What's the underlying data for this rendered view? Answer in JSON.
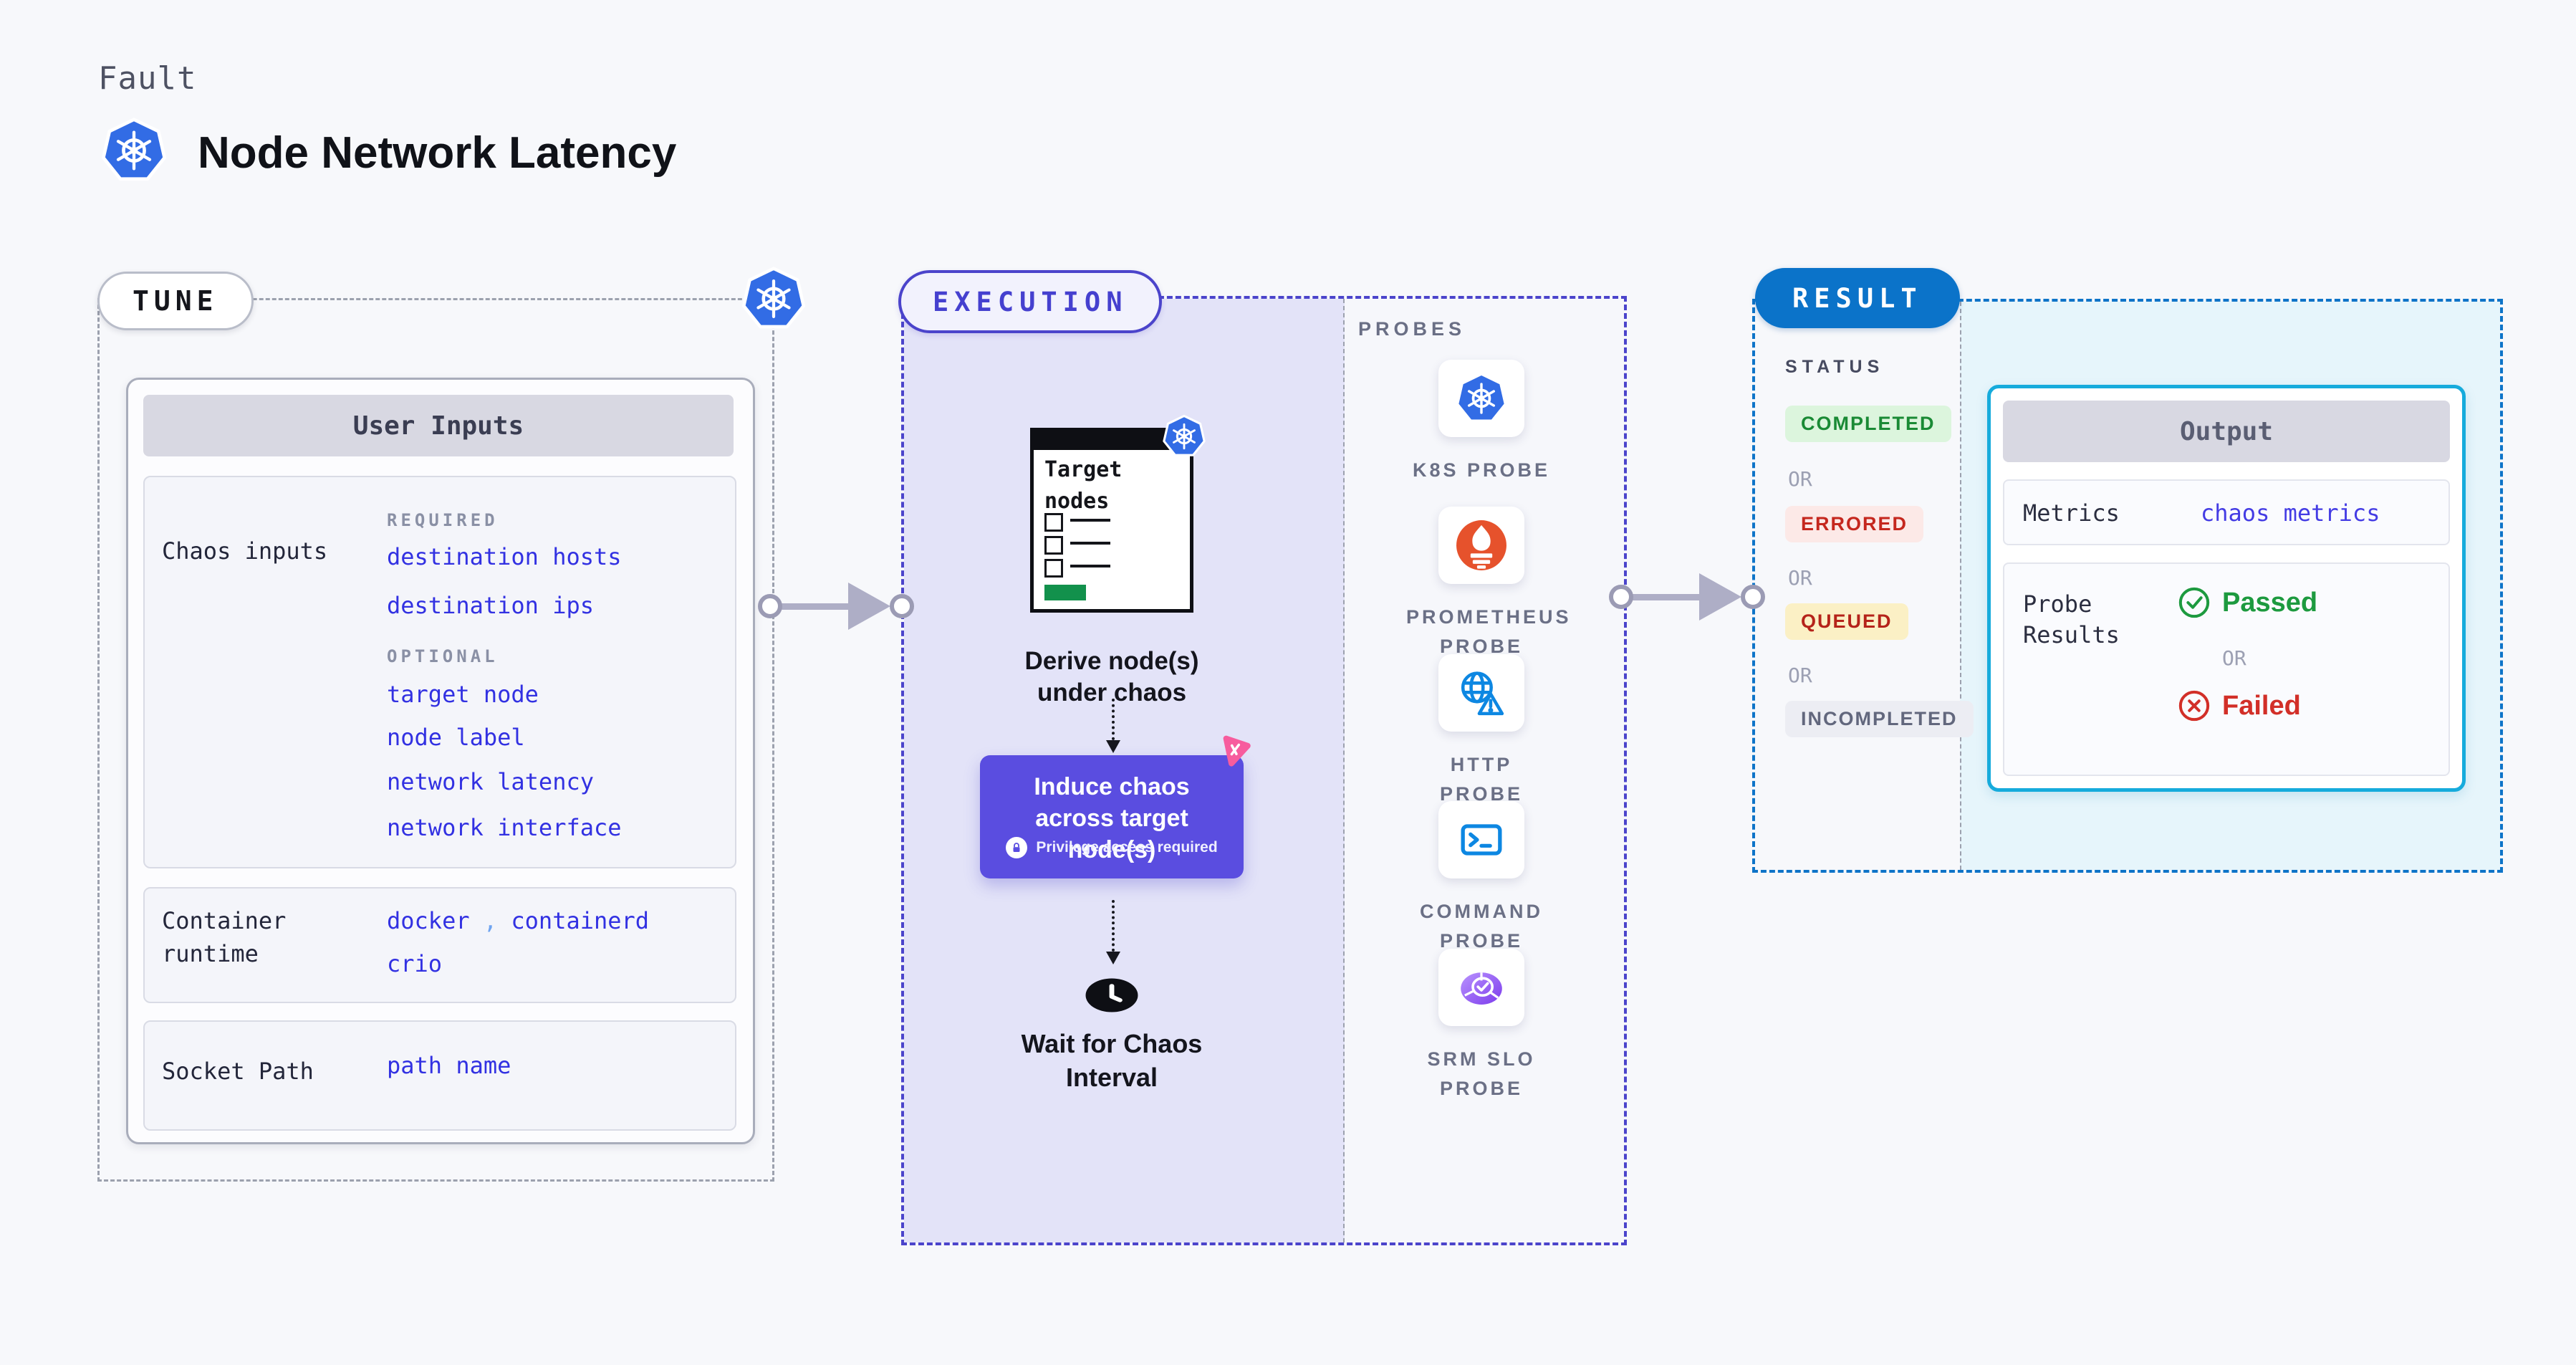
{
  "header": {
    "kicker": "Fault",
    "title": "Node Network Latency"
  },
  "tune": {
    "label": "TUNE",
    "user_inputs": {
      "title": "User Inputs",
      "chaos_inputs": {
        "label": "Chaos inputs",
        "required_heading": "REQUIRED",
        "required": [
          "destination hosts",
          "destination ips"
        ],
        "optional_heading": "OPTIONAL",
        "optional": [
          "target node",
          "node label",
          "network latency",
          "network interface"
        ]
      },
      "container_runtime": {
        "label": "Container runtime",
        "separator": ",",
        "values": [
          "docker",
          "containerd",
          "crio"
        ]
      },
      "socket_path": {
        "label": "Socket Path",
        "value": "path name"
      }
    }
  },
  "execution": {
    "label": "EXECUTION",
    "target_window": {
      "title": "Target nodes"
    },
    "steps": {
      "derive": "Derive node(s) under chaos",
      "induce": "Induce chaos across target node(s)",
      "privilege": "Privilege access required",
      "wait": "Wait for Chaos Interval"
    }
  },
  "probes": {
    "label": "PROBES",
    "items": [
      {
        "name": "K8S PROBE",
        "icon": "kubernetes-icon"
      },
      {
        "name": "PROMETHEUS PROBE",
        "icon": "prometheus-icon"
      },
      {
        "name": "HTTP PROBE",
        "icon": "globe-warning-icon"
      },
      {
        "name": "COMMAND PROBE",
        "icon": "terminal-icon"
      },
      {
        "name": "SRM SLO PROBE",
        "icon": "slo-check-icon"
      }
    ]
  },
  "result": {
    "label": "RESULT",
    "status": {
      "label": "STATUS",
      "or_label": "OR",
      "badges": [
        {
          "text": "COMPLETED",
          "color": "#1A8A35",
          "bg": "#DCF5DD"
        },
        {
          "text": "ERRORED",
          "color": "#C5271E",
          "bg": "#FCE9E7"
        },
        {
          "text": "QUEUED",
          "color": "#B5231A",
          "bg": "#FBF0C5"
        },
        {
          "text": "INCOMPLETED",
          "color": "#62677D",
          "bg": "#ECEDF3"
        }
      ]
    },
    "output": {
      "title": "Output",
      "metrics_label": "Metrics",
      "metrics_value": "chaos metrics",
      "probe_results_label": "Probe Results",
      "passed": "Passed",
      "or_label": "OR",
      "failed": "Failed"
    }
  },
  "colors": {
    "page_bg": "#F7F8FB",
    "value_blue": "#3231E2",
    "execution_fill": "#E3E3F8",
    "execution_border": "#4B44CB",
    "induce_box": "#5A4DE0",
    "result_blue": "#0B73C9",
    "output_border": "#16ABDC",
    "output_fill": "#E6F5FB",
    "kubernetes_blue": "#326CE5",
    "prometheus_orange": "#E6522C",
    "probe_icon_blue": "#0D87E2",
    "passed_green": "#1D9A3F",
    "failed_red": "#D22F28",
    "chaos_pink": "#F75C9E",
    "target_green": "#12914C"
  }
}
